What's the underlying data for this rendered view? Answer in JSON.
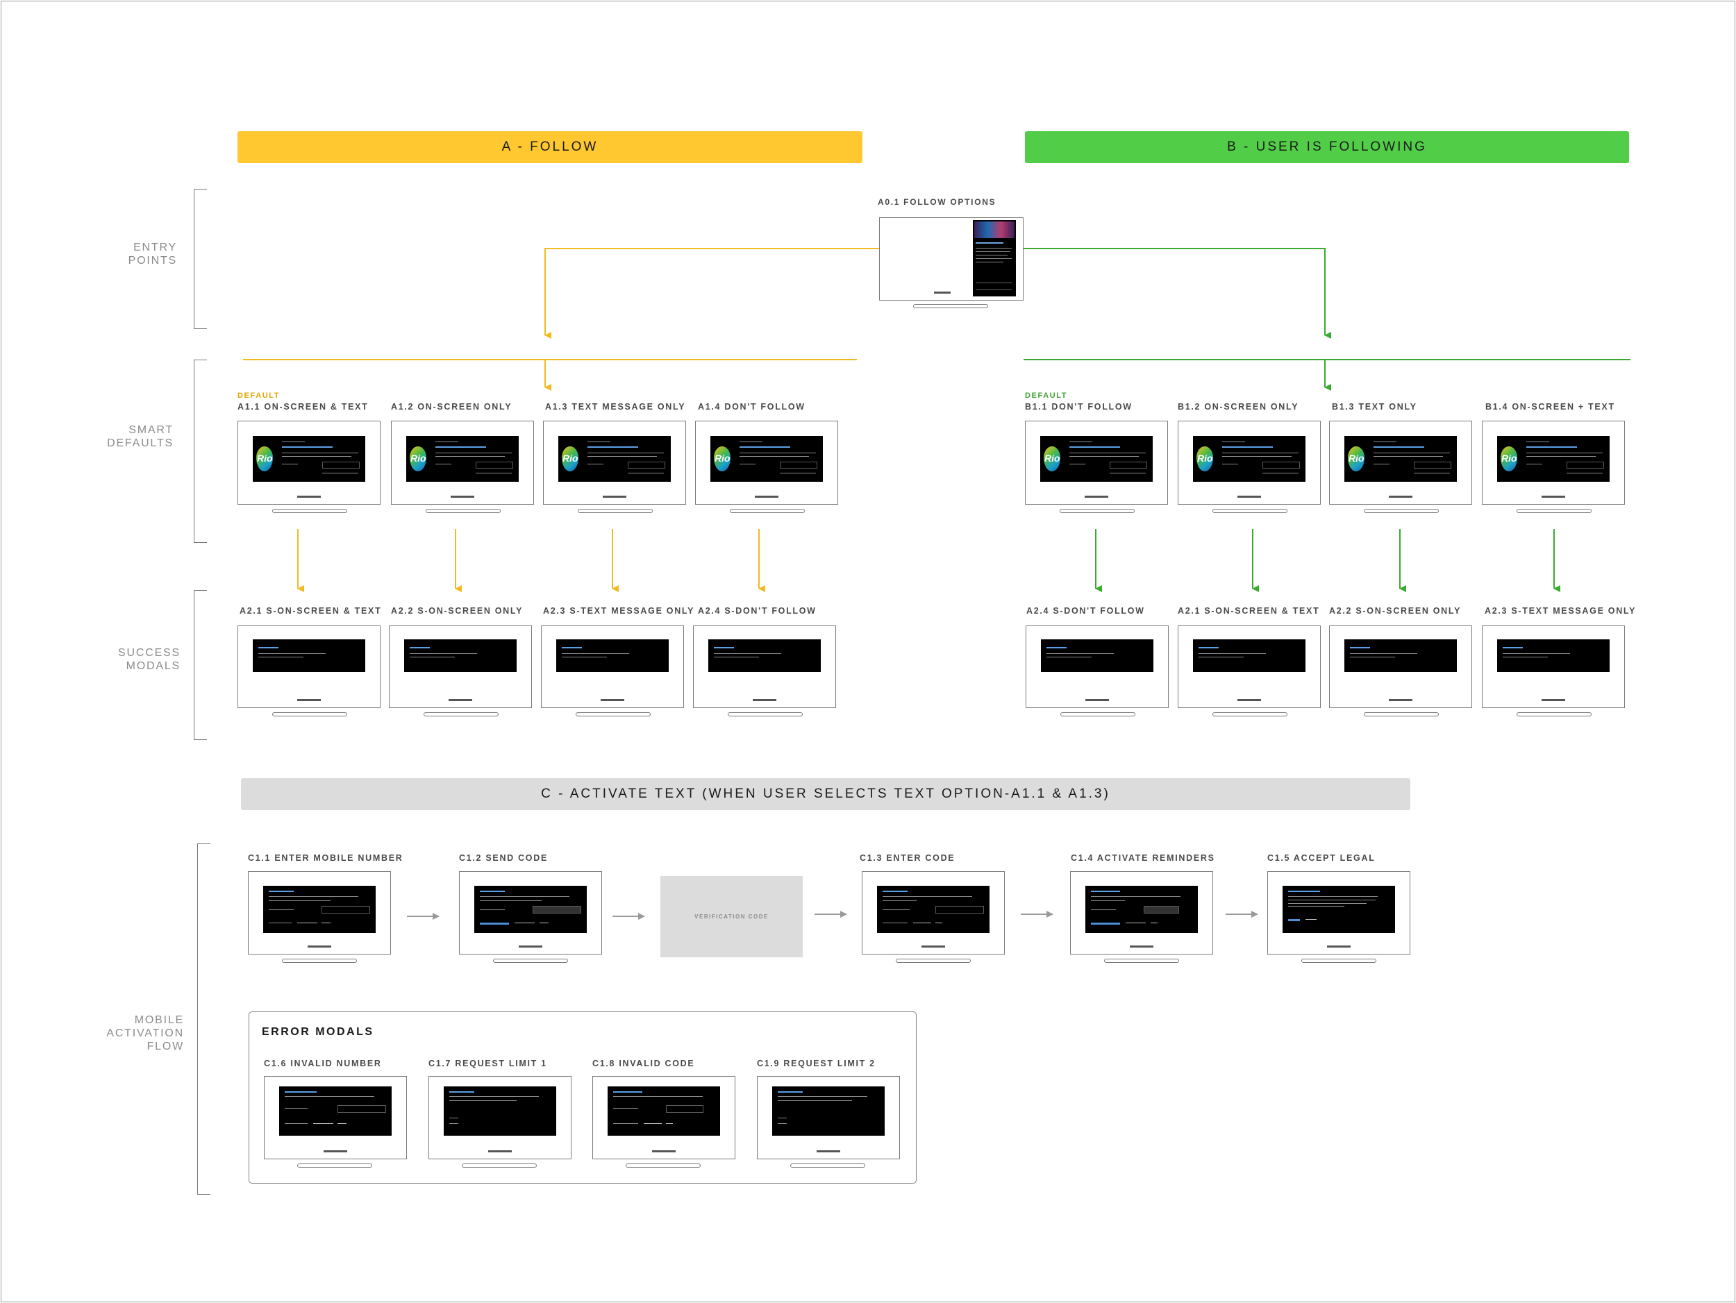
{
  "colors": {
    "follow": "#ffc830",
    "following": "#52cd48",
    "activate": "#dcdcdc",
    "follow_label": "#e0a600",
    "following_label": "#3ea434",
    "arrow_follow": "#f0bb1e",
    "arrow_following": "#3aaa32",
    "arrow_gray": "#9a9a9a"
  },
  "banners": {
    "a": "A - FOLLOW",
    "b": "B - USER IS FOLLOWING",
    "c": "C - ACTIVATE TEXT (WHEN USER SELECTS TEXT OPTION-A1.1 & A1.3)"
  },
  "row_labels": {
    "entry": "ENTRY\nPOINTS",
    "smart": "SMART\nDEFAULTS",
    "success": "SUCCESS\nMODALS",
    "mobile": "MOBILE\nACTIVATION\nFLOW"
  },
  "entry": {
    "label": "A0.1 FOLLOW OPTIONS"
  },
  "default_label": "DEFAULT",
  "smart_a": [
    {
      "label": "A1.1 ON-SCREEN & TEXT"
    },
    {
      "label": "A1.2 ON-SCREEN ONLY"
    },
    {
      "label": "A1.3 TEXT MESSAGE ONLY"
    },
    {
      "label": "A1.4 DON'T FOLLOW"
    }
  ],
  "smart_b": [
    {
      "label": "B1.1 DON'T FOLLOW"
    },
    {
      "label": "B1.2 ON-SCREEN ONLY"
    },
    {
      "label": "B1.3 TEXT ONLY"
    },
    {
      "label": "B1.4 ON-SCREEN + TEXT"
    }
  ],
  "success_a": [
    {
      "label": "A2.1 S-ON-SCREEN & TEXT"
    },
    {
      "label": "A2.2 S-ON-SCREEN ONLY"
    },
    {
      "label": "A2.3 S-TEXT MESSAGE ONLY"
    },
    {
      "label": "A2.4 S-DON'T FOLLOW"
    }
  ],
  "success_b": [
    {
      "label": "A2.4 S-DON'T FOLLOW"
    },
    {
      "label": "A2.1 S-ON-SCREEN & TEXT"
    },
    {
      "label": "A2.2 S-ON-SCREEN ONLY"
    },
    {
      "label": "A2.3 S-TEXT MESSAGE ONLY"
    }
  ],
  "rio_logo": "Rio",
  "activation": [
    {
      "label": "C1.1 ENTER MOBILE NUMBER"
    },
    {
      "label": "C1.2 SEND CODE"
    },
    {
      "label": "VERIFICATION CODE"
    },
    {
      "label": "C1.3 ENTER CODE"
    },
    {
      "label": "C1.4 ACTIVATE REMINDERS"
    },
    {
      "label": "C1.5 ACCEPT LEGAL"
    }
  ],
  "errors": {
    "title": "ERROR MODALS",
    "items": [
      {
        "label": "C1.6 INVALID NUMBER"
      },
      {
        "label": "C1.7 REQUEST LIMIT 1"
      },
      {
        "label": "C1.8 INVALID CODE"
      },
      {
        "label": "C1.9 REQUEST LIMIT 2"
      }
    ]
  }
}
